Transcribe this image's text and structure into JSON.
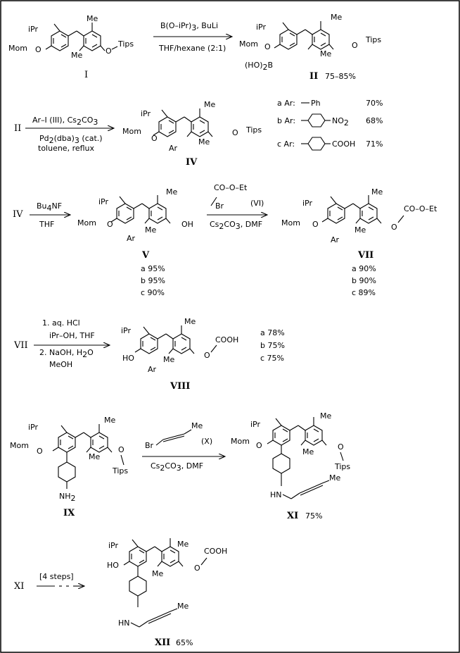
{
  "compounds": {
    "I": "I",
    "II": "II",
    "II_yield": "75–85%",
    "IV": "IV",
    "V": "V",
    "VII": "VII",
    "VIII": "VIII",
    "IX": "IX",
    "XI": "XI",
    "XI_yield": "75%",
    "XII": "XII",
    "XII_yield": "65%"
  },
  "groups": {
    "ipr": "iPr",
    "me": "Me",
    "mom": "Mom",
    "o": "O",
    "tips": "Tips",
    "ar": "Ar",
    "oh": "OH",
    "ho": "HO",
    "boronic": "(HO)",
    "boronic_sub": "2",
    "boronic_b": "B",
    "nh": "NH",
    "nh_sub": "2",
    "hn": "HN",
    "cooh": "COOH",
    "ester": "CO–O–Et",
    "br": "Br",
    "no2": "NO",
    "no2_sub": "2"
  },
  "steps": {
    "s1": {
      "above": "B(O–iPr)",
      "above_sub": "3",
      "above_tail": ", BuLi",
      "below": "THF/hexane (2:1)"
    },
    "s2": {
      "start": "II",
      "above": "Ar–I (III), Cs",
      "above_sub": "2",
      "above_tail": "CO",
      "above_sub2": "3",
      "below1": "Pd",
      "below1_sub": "2",
      "below1_tail": "(dba)",
      "below1_sub2": "3",
      "below1_tail2": " (cat.)",
      "below2": "toluene, reflux"
    },
    "s3": {
      "start": "IV",
      "above": "Bu",
      "above_sub": "4",
      "above_tail": "NF",
      "below": "THF"
    },
    "s4": {
      "reagent_label": "(VI)",
      "below": "Cs",
      "below_sub": "2",
      "below_tail": "CO",
      "below_sub2": "3",
      "below_tail2": ", DMF"
    },
    "s5": {
      "start": "VII",
      "line1": "1. aq. HCl",
      "line2": "iPr–OH, THF",
      "line3": "2. NaOH, H",
      "line3_sub": "2",
      "line3_tail": "O",
      "line4": "MeOH"
    },
    "s6": {
      "reagent_label": "(X)",
      "below": "Cs",
      "below_sub": "2",
      "below_tail": "CO",
      "below_sub2": "3",
      "below_tail2": ", DMF"
    },
    "s7": {
      "start": "XI",
      "above": "[4 steps]"
    }
  },
  "ar_options": [
    {
      "label": "a Ar:",
      "group": "Ph",
      "yield": "70%"
    },
    {
      "label": "b Ar:",
      "group": "NO2",
      "yield": "68%"
    },
    {
      "label": "c Ar:",
      "group": "COOH",
      "yield": "71%"
    }
  ],
  "yields_V": [
    "a  95%",
    "b  95%",
    "c  90%"
  ],
  "yields_VII": [
    "a  90%",
    "b  90%",
    "c  89%"
  ],
  "yields_VIII": [
    "a  78%",
    "b  75%",
    "c  75%"
  ]
}
